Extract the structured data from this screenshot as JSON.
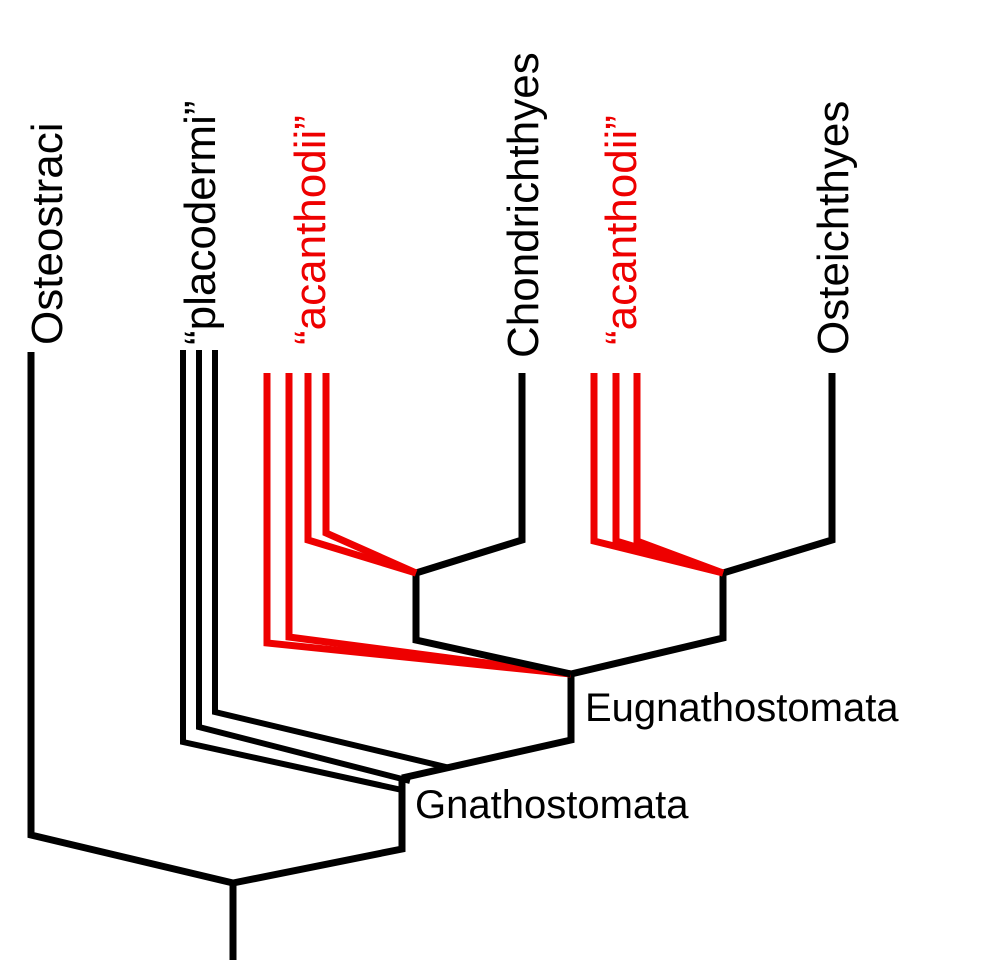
{
  "colors": {
    "black": "#000000",
    "red": "#ee0000",
    "background": "#ffffff"
  },
  "taxa": {
    "osteostraci": "Osteostraci",
    "placodermi": "“placodermi”",
    "acanthodii_1": "“acanthodii”",
    "chondrichthyes": "Chondrichthyes",
    "acanthodii_2": "“acanthodii”",
    "osteichthyes": "Osteichthyes"
  },
  "clades": {
    "eugnathostomata": "Eugnathostomata",
    "gnathostomata": "Gnathostomata"
  }
}
